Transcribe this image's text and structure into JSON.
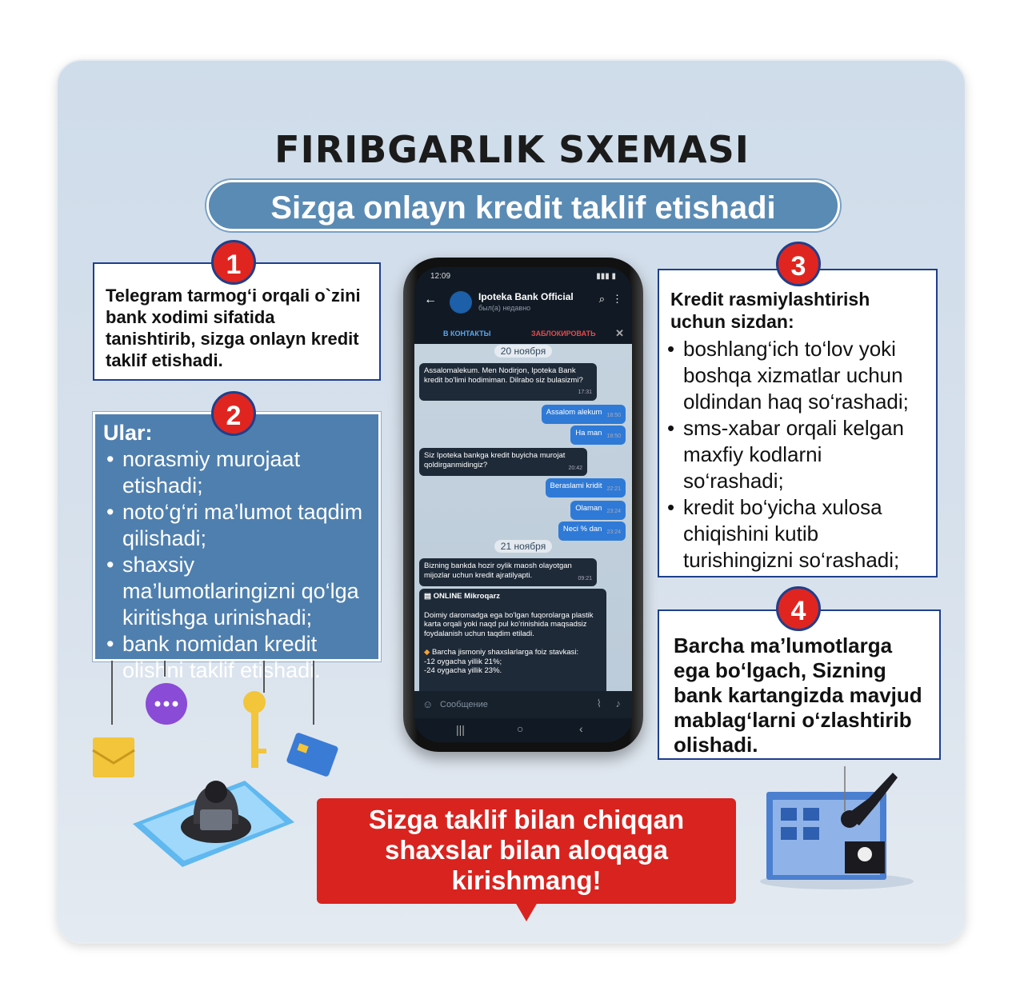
{
  "title": "FIRIBGARLIK SXEMASI",
  "subtitle": "Sizga onlayn kredit taklif etishadi",
  "step1": {
    "num": "1",
    "text": "Telegram tarmog‘i orqali o`zini bank xodimi sifatida tanishtirib, sizga onlayn kredit taklif etishadi."
  },
  "step2": {
    "num": "2",
    "heading": "Ular:",
    "items": [
      "norasmiy murojaat etishadi;",
      "noto‘g‘ri ma’lumot taqdim qilishadi;",
      "shaxsiy ma’lumotlaringizni qo‘lga kiritishga urinishadi;",
      "bank nomidan kredit olishni taklif etishadi."
    ]
  },
  "step3": {
    "num": "3",
    "heading": "Kredit rasmiylashtirish uchun sizdan:",
    "items": [
      "boshlang‘ich to‘lov yoki boshqa xizmatlar uchun oldindan haq so‘rashadi;",
      "sms-xabar orqali kelgan maxfiy kodlarni so‘rashadi;",
      "kredit bo‘yicha xulosa chiqishini kutib turishingizni so‘rashadi;"
    ]
  },
  "step4": {
    "num": "4",
    "text": "Barcha ma’lumotlarga ega bo‘lgach, Sizning bank kartangizda mavjud mablag‘larni o‘zlashtirib olishadi."
  },
  "warning": "Sizga taklif bilan chiqqan shaxslar bilan aloqaga kirishmang!",
  "phone": {
    "time": "12:09",
    "contact_name": "Ipoteka Bank Official",
    "contact_status": "был(а) недавно",
    "action_contacts": "В КОНТАКТЫ",
    "action_block": "ЗАБЛОКИРОВАТЬ",
    "date1": "20 ноября",
    "date2": "21 ноября",
    "messages": [
      {
        "text": "Assalomalekum. Men Nodirjon, Ipoteka Bank kredit bo'limi hodimiman. Dilrabo siz bulasizmi?",
        "time": "17:31"
      },
      {
        "text": "Assalom alekum",
        "time": "18:50"
      },
      {
        "text": "Ha man",
        "time": "18:50"
      },
      {
        "text": "Siz Ipoteka bankga kredit buyicha murojat qoldirganmidingiz?",
        "time": "20:42"
      },
      {
        "text": "Beraslami kridit",
        "time": "22:21"
      },
      {
        "text": "Olaman",
        "time": "23:24"
      },
      {
        "text": "Neci % dan",
        "time": "23:24"
      },
      {
        "text": "Bizning bankda hozir oylik maosh olayotgan mijozlar uchun kredit ajratilyapti.",
        "time": "09:21"
      }
    ],
    "offer": {
      "heading": "ONLINE Mikroqarz",
      "body": "Doimiy daromadga ega bo'lgan fuqorolarga plastik karta orqali yoki naqd pul ko'rinishida maqsadsiz foydalanish uchun taqdim etiladi.",
      "rates_title": "Barcha jismoniy shaxslarlarga foiz stavkasi:",
      "rate1": "-12 oygacha yillik 21%;",
      "rate2": "-24 oygacha yillik 23%."
    },
    "input_placeholder": "Сообщение"
  },
  "colors": {
    "accent_red": "#e02520",
    "box_blue": "#4f7fae",
    "border_navy": "#1e3f8c",
    "subtitle_blue": "#5a8bb4"
  }
}
